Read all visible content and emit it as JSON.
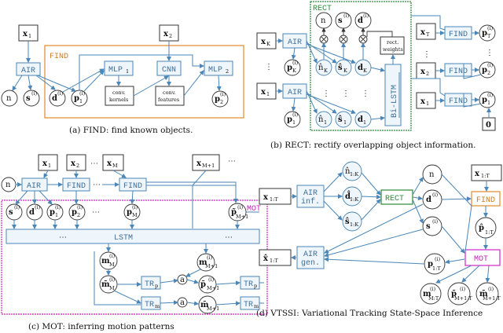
{
  "captions": {
    "a": "(a) FIND: find known objects.",
    "b": "(b) RECT: rectify overlapping object information.",
    "c": "(c) MOT: inferring motion patterns",
    "d": "(d) VTSSI: Variational Tracking State-Space Inference"
  },
  "panel_a": {
    "region_label": "FIND",
    "x1": "x",
    "x1_sub": "1",
    "x2": "x",
    "x2_sub": "2",
    "air": "AIR",
    "mlp1": "MLP",
    "mlp1_sub": "1",
    "cnn": "CNN",
    "mlp2": "MLP",
    "mlp2_sub": "2",
    "conv_kernels": [
      "conv.",
      "kernels"
    ],
    "conv_features": [
      "conv.",
      "features"
    ],
    "n": "n",
    "s": "s",
    "d": "d",
    "p1": "p",
    "p2": "p",
    "sup_i": "(i)",
    "sub_1": "1",
    "sub_2": "2"
  },
  "panel_b": {
    "region_label": "RECT",
    "xK": "x",
    "xK_sub": "K",
    "x1": "x",
    "x1_sub": "1",
    "air_top": "AIR",
    "air_bot": "AIR",
    "pK": "p",
    "pK_sub": "K",
    "p1": "p",
    "p1_sub": "1",
    "n": "n",
    "s": "s",
    "d": "d",
    "nK": "n̂",
    "sK": "ŝ",
    "dK": "d",
    "n1": "n̂",
    "s1": "ŝ",
    "d1": "d",
    "sub_K": "K",
    "sub_1": "1",
    "sup_i": "(i)",
    "rect_weights": [
      "rect.",
      "weights"
    ],
    "bilstm": "Bi-LSTM",
    "xT": "x",
    "xT_sub": "T",
    "x2": "x",
    "x2_sub": "2",
    "x1b": "x",
    "x1b_sub": "1",
    "find": "FIND",
    "pT": "p",
    "pT_sub": "T",
    "p2": "p",
    "p2_sub": "2",
    "p1b": "p",
    "p1b_sub": "1",
    "zero": "0",
    "dots": "⋮"
  },
  "panel_c": {
    "region_label": "MOT",
    "n": "n",
    "air": "AIR",
    "find": "FIND",
    "lstm": "LSTM",
    "x1": "x",
    "x1_sub": "1",
    "x2": "x",
    "x2_sub": "2",
    "xM": "x",
    "xM_sub": "M",
    "xM1": "x",
    "xM1_sub": "M+1",
    "s": "s",
    "d": "d",
    "p1": "p",
    "p1_sub": "1",
    "p2": "p",
    "p2_sub": "2",
    "pM": "p",
    "pM_sub": "M",
    "pM1": "p̃",
    "pM1_sub": "M+1",
    "mM": "m",
    "mM_sub": "M",
    "mM1": "m",
    "mM1_sub": "M+1",
    "mbM": "m̄",
    "mbM_sub": "M",
    "mbM1": "m̄",
    "mbM1_sub": "M+1",
    "tr_p": "TR",
    "tr_p_sub": "p",
    "tr_m": "TR",
    "tr_m_sub": "m",
    "pbM1": "p̄",
    "pbM1_sub": "M+1",
    "mb2": "m̄",
    "mb2_sub": "M+1",
    "a": "a",
    "sup_i": "(i)",
    "dots": "⋯"
  },
  "panel_d": {
    "x1T": "x",
    "x1T_sub": "1:T",
    "air_inf": [
      "AIR",
      "inf."
    ],
    "rect": "RECT",
    "nK": "n̂",
    "nK_sub": "1:K",
    "dK": "d̂",
    "dK_sub": "1:K",
    "sK": "ŝ",
    "sK_sub": "1:K",
    "n": "n",
    "d": "d",
    "s": "s",
    "xT_in": "x",
    "xT_in_sub": "1:T",
    "find": "FIND",
    "p1T": "p̂",
    "p1T_sub": "1:T",
    "mot": "MOT",
    "p1T_b": "p",
    "p1T_b_sub": "1:T",
    "xhat": "x̂",
    "xhat_sub": "1:T",
    "air_gen": [
      "AIR",
      "gen."
    ],
    "mM": "m",
    "mM_sub": "M:T",
    "pM1": "p̄",
    "pM1_sub": "M+1:T",
    "mM1": "m̄",
    "mM1_sub": "M+1:T",
    "sup_i": "(i)"
  },
  "colors": {
    "orange": "#e08a2a",
    "green": "#2a8a3a",
    "magenta": "#d026c8",
    "blue": "#4a86b7"
  }
}
